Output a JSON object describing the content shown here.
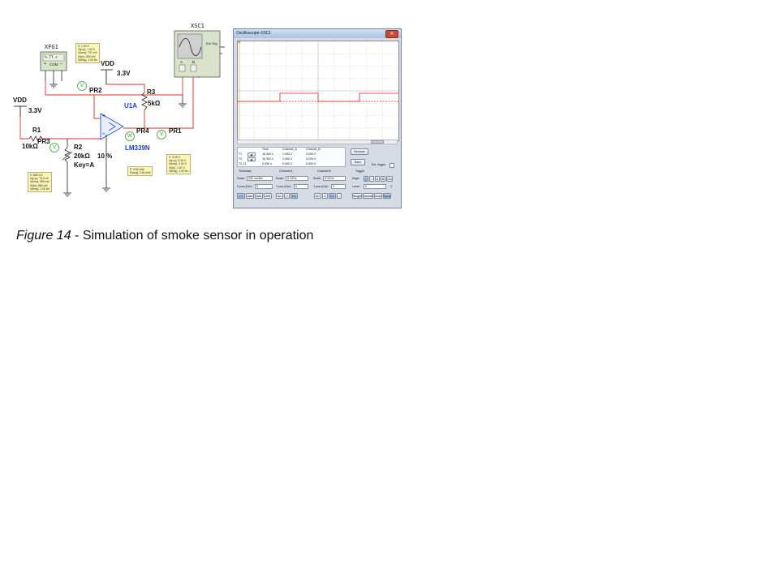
{
  "schematic": {
    "fgen_label": "XFG1",
    "fgen_com": "COM",
    "fgen_plus": "+",
    "fgen_minus": "–",
    "vdd_top": "VDD",
    "vdd_top_value": "3.3V",
    "vdd_left": "VDD",
    "vdd_left_value": "3.3V",
    "r1_name": "R1",
    "r1_value": "10kΩ",
    "r2_name": "R2",
    "r2_value": "20kΩ",
    "r2_key": "Key=A",
    "r2_percent": "10 %",
    "r3_name": "R3",
    "r3_value": "5kΩ",
    "opamp_ref": "U1A",
    "opamp_part": "LM339N",
    "opamp_pin_plus": "+",
    "opamp_pin_minus": "–",
    "probe_pr1": "PR1",
    "probe_pr2": "PR2",
    "probe_pr3": "PR3",
    "probe_pr4": "PR4",
    "scope_label": "XSC1",
    "scope_ext_trig": "Ext Trig",
    "scope_ch_a": "A",
    "scope_ch_b": "B",
    "voltmeter_symbol": "V",
    "wattmeter_symbol": "W"
  },
  "probes": {
    "pr2": [
      "V: 1.00 V",
      "V(p-p): 1.00 V",
      "V(rms): 707 mV",
      "V(dc): 500 mV",
      "V(freq): 1.00 Hz"
    ],
    "pr3": [
      "V: 869 mV",
      "V(p-p): 75.3 uV",
      "V(rms): 550 mV",
      "V(dc): 550 mV",
      "V(freq): 1.00 Hz"
    ],
    "pr4": [
      "P: 2.80 mW",
      "P(avg): 2.81 mW"
    ],
    "pr1": [
      "V: 3.29 V",
      "V(p-p): 3.24 V",
      "V(rms): 2.32 V",
      "V(dc): 1.87 V",
      "V(freq): 1.00 Hz"
    ]
  },
  "oscilloscope": {
    "title": "Oscilloscope-XSC1",
    "close": "✕",
    "cursor_rows": [
      {
        "label": "T1",
        "time": "16.300 s",
        "ch_a": "1.000 V",
        "ch_b": "3.294 V"
      },
      {
        "label": "T2",
        "time": "16.300 s",
        "ch_a": "1.000 V",
        "ch_b": "3.294 V"
      },
      {
        "label": "T2-T1",
        "time": "0.000 s",
        "ch_a": "0.000 V",
        "ch_b": "0.000 V"
      }
    ],
    "headers": {
      "time": "Time",
      "ch_a": "Channel_A",
      "ch_b": "Channel_B"
    },
    "reverse_button": "Reverse",
    "save_button": "Save",
    "ext_trigger_label": "Ext. trigger",
    "timebase": {
      "title": "Timebase",
      "scale_label": "Scale:",
      "scale_value": "200 ms/Div",
      "xpos_label": "X pos.(Div):",
      "xpos_value": "0",
      "modes": [
        "Y/T",
        "Add",
        "B/A",
        "A/B"
      ]
    },
    "channel_a": {
      "title": "Channel A",
      "scale_label": "Scale:",
      "scale_value": "5 V/Div",
      "ypos_label": "Y pos.(Div):",
      "ypos_value": "0",
      "couplings": [
        "AC",
        "0",
        "DC"
      ]
    },
    "channel_b": {
      "title": "Channel B",
      "scale_label": "Scale:",
      "scale_value": "5 V/Div",
      "ypos_label": "Y pos.(Div):",
      "ypos_value": "0",
      "couplings": [
        "AC",
        "0",
        "DC",
        "-"
      ]
    },
    "trigger": {
      "title": "Trigger",
      "edge_label": "Edge:",
      "level_label": "Level:",
      "level_value": "0",
      "level_unit": "V",
      "edge_buttons": [
        "f",
        "↑",
        "A",
        "B",
        "Ext"
      ],
      "modes": [
        "Single",
        "Normal",
        "Auto",
        "None"
      ]
    },
    "trace_color": "#d62020"
  },
  "caption": {
    "figure": "Figure 14",
    "text": " - Simulation of smoke sensor in operation"
  }
}
